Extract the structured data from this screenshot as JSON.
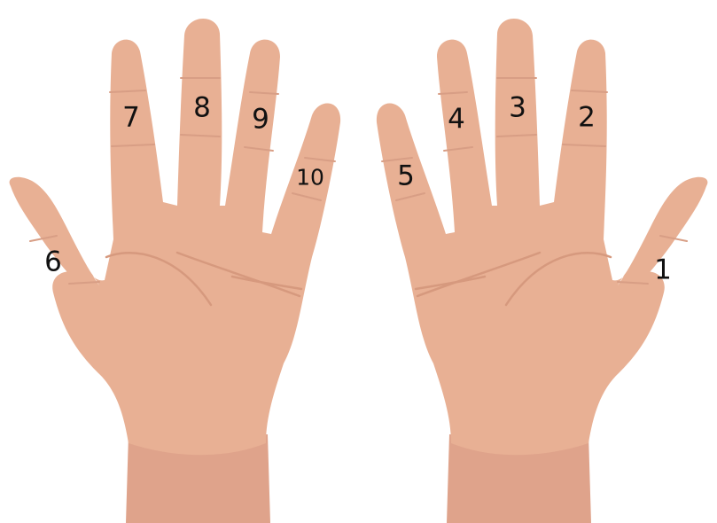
{
  "colors": {
    "skin": "#e8b094",
    "wrist": "#dfa38b",
    "crease": "#d89e85",
    "label": "#111111",
    "background": "#ffffff"
  },
  "labels": {
    "left_thumb": "6",
    "left_index": "7",
    "left_middle": "8",
    "left_ring": "9",
    "left_pinky": "10",
    "right_pinky": "5",
    "right_ring": "4",
    "right_middle": "3",
    "right_index": "2",
    "right_thumb": "1"
  }
}
